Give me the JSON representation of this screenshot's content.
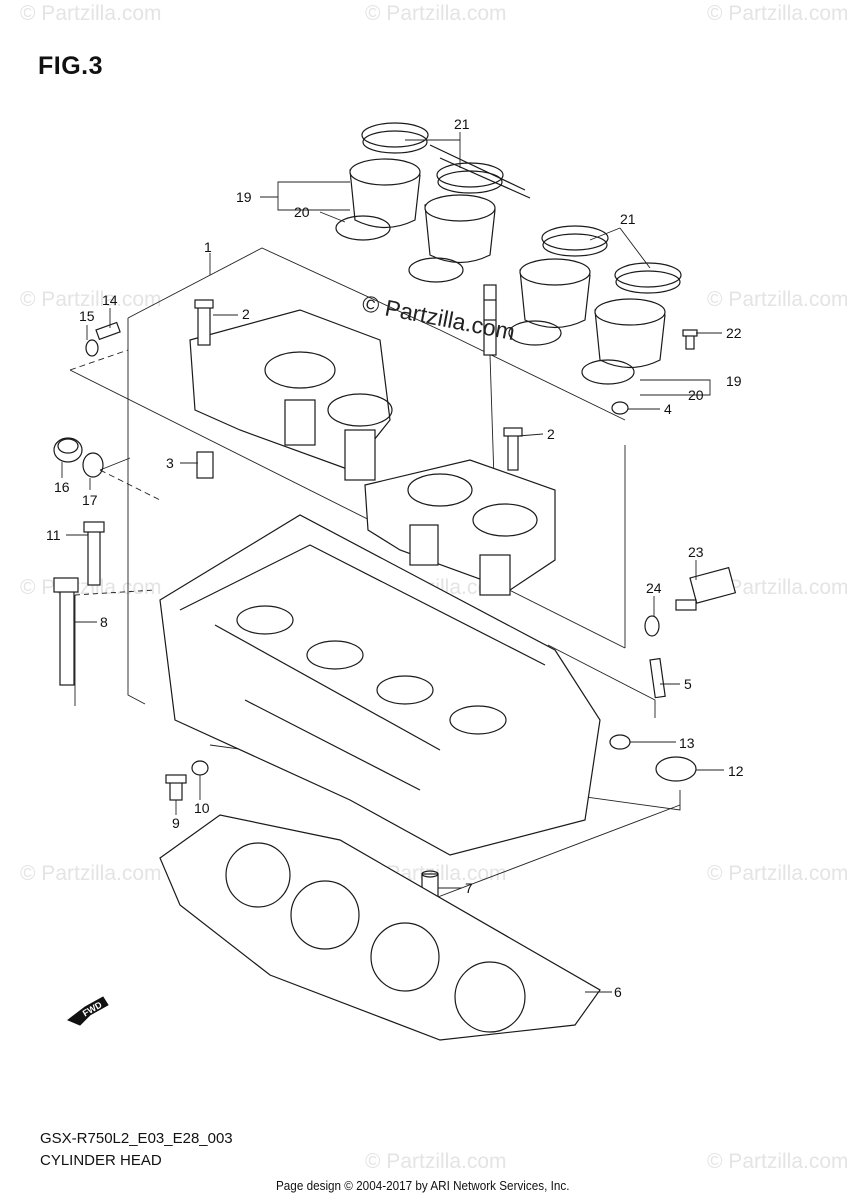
{
  "figure_label": "FIG.3",
  "watermark_text": "© Partzilla.com",
  "model_code": "GSX-R750L2_E03_E28_003",
  "page_title": "CYLINDER HEAD",
  "footer": "Page design © 2004-2017 by ARI Network Services, Inc.",
  "fwd_label": "FWD",
  "callouts": [
    "1",
    "2",
    "2",
    "3",
    "4",
    "5",
    "6",
    "7",
    "8",
    "9",
    "10",
    "11",
    "12",
    "13",
    "14",
    "15",
    "16",
    "17",
    "19",
    "19",
    "20",
    "20",
    "21",
    "21",
    "22",
    "23",
    "24"
  ]
}
